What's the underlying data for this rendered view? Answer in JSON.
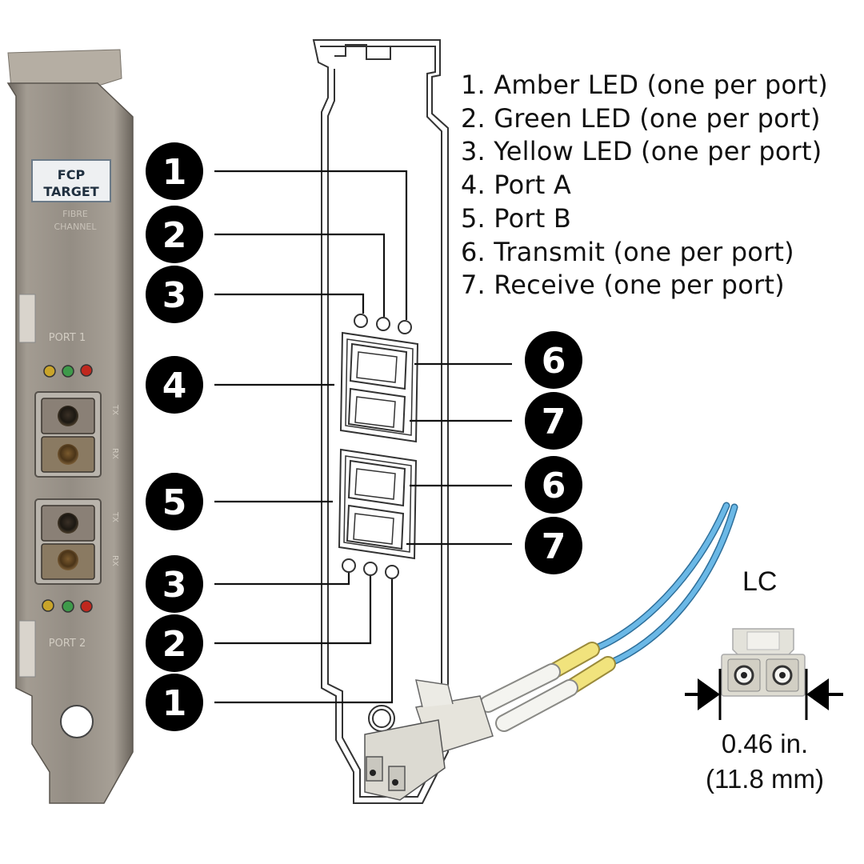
{
  "card": {
    "label_line1": "FCP",
    "label_line2": "TARGET",
    "sub_line1": "FIBRE",
    "sub_line2": "CHANNEL",
    "port1_label": "PORT 1",
    "port2_label": "PORT 2",
    "tx_label": "TX",
    "rx_label": "RX",
    "led_colors": [
      "#c9a42a",
      "#3e9a4a",
      "#c0281e"
    ]
  },
  "callouts": {
    "c1_top": "1",
    "c2_top": "2",
    "c3_top": "3",
    "c4": "4",
    "c5": "5",
    "c6_top": "6",
    "c7_top": "7",
    "c6_bottom": "6",
    "c7_bottom": "7",
    "c3_bottom": "3",
    "c2_bottom": "2",
    "c1_bottom": "1"
  },
  "legend": [
    "1. Amber LED (one per port)",
    "2. Green LED (one per port)",
    "3. Yellow LED (one per port)",
    "4. Port A",
    "5. Port B",
    "6. Transmit (one per port)",
    "7. Receive (one per port)"
  ],
  "connector": {
    "type_label": "LC",
    "width_in": "0.46 in.",
    "width_mm": "(11.8 mm)"
  },
  "colors": {
    "cable": "#5aaee0",
    "cable_band": "#f0e27a",
    "callout": "#000000",
    "card_metal": "#8f8a82"
  }
}
